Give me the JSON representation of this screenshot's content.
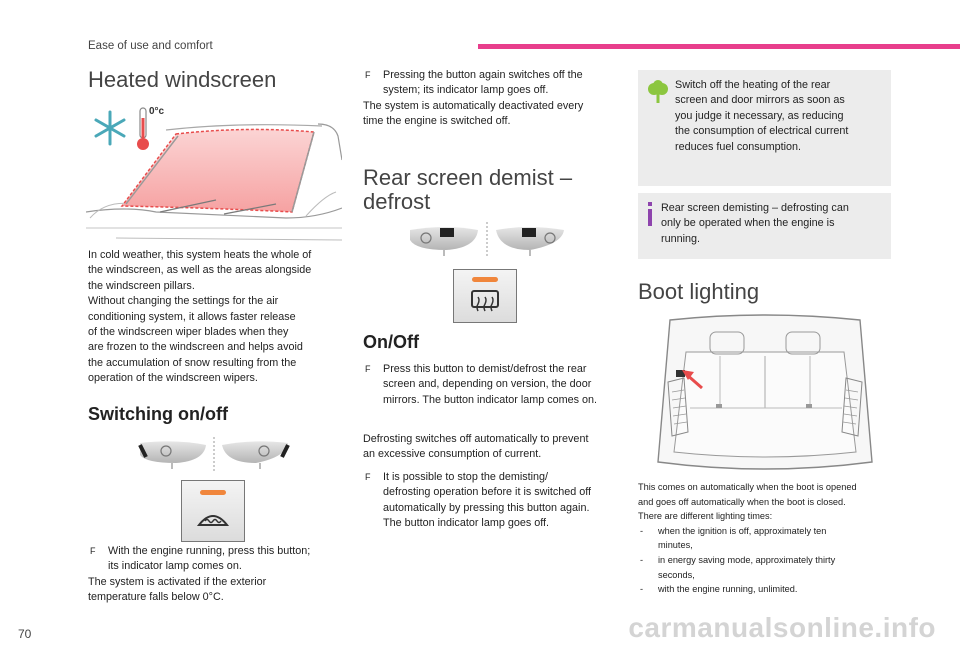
{
  "header": {
    "section": "Ease of use and comfort"
  },
  "heated": {
    "title": "Heated windscreen",
    "temp_label": "0°c",
    "p1": [
      "In cold weather, this system heats the whole of",
      "the windscreen, as well as the areas alongside",
      "the windscreen pillars.",
      "Without changing the settings for the air",
      "conditioning system, it allows faster release",
      "of the windscreen wiper blades when they",
      "are frozen to the windscreen and helps avoid",
      "the accumulation of snow resulting from the",
      "operation of the windscreen wipers."
    ],
    "switch_title": "Switching on/off",
    "bullet_mark": "F",
    "step1": [
      "With the engine running, press this button;",
      "its indicator lamp comes on."
    ],
    "after1": [
      "The system is activated if the exterior",
      "temperature falls below 0°C."
    ],
    "step2": [
      "Pressing the button again switches off the",
      "system; its indicator lamp goes off."
    ],
    "after2": [
      "The system is automatically deactivated every",
      "time the engine is switched off."
    ]
  },
  "rear": {
    "title_l1": "Rear screen demist –",
    "title_l2": "defrost",
    "onoff_title": "On/Off",
    "step1": [
      "Press this button to demist/defrost the rear",
      "screen and, depending on version, the door",
      "mirrors. The button indicator lamp comes on."
    ],
    "para": [
      "Defrosting switches off automatically to prevent",
      "an excessive consumption of current."
    ],
    "step2": [
      "It is possible to stop the demisting/",
      "defrosting operation before it is switched off",
      "automatically by pressing this button again.",
      "The button indicator lamp goes off."
    ]
  },
  "notes": {
    "eco": [
      "Switch off the heating of the rear",
      "screen and door mirrors as soon as",
      "you judge it necessary, as reducing",
      "the consumption of electrical current",
      "reduces fuel consumption."
    ],
    "info": [
      "Rear screen demisting – defrosting can",
      "only be operated when the engine is",
      "running."
    ]
  },
  "boot": {
    "title": "Boot lighting",
    "p": [
      "This comes on automatically when the boot is opened",
      "and goes off automatically when the boot is closed.",
      "There are different lighting times:"
    ],
    "dash": "-",
    "items": [
      [
        "when the ignition is off, approximately ten",
        "minutes,"
      ],
      [
        "in energy saving mode, approximately thirty",
        "seconds,"
      ],
      [
        "with the engine running, unlimited."
      ]
    ]
  },
  "footer": {
    "page": "70",
    "watermark": "carmanualsonline.info"
  },
  "colors": {
    "accent_pink": "#e83e8c",
    "eco_green": "#8cc63f",
    "info_purple": "#8e44ad",
    "lamp_orange": "#f0863c",
    "heat_red": "#e84c4c"
  }
}
